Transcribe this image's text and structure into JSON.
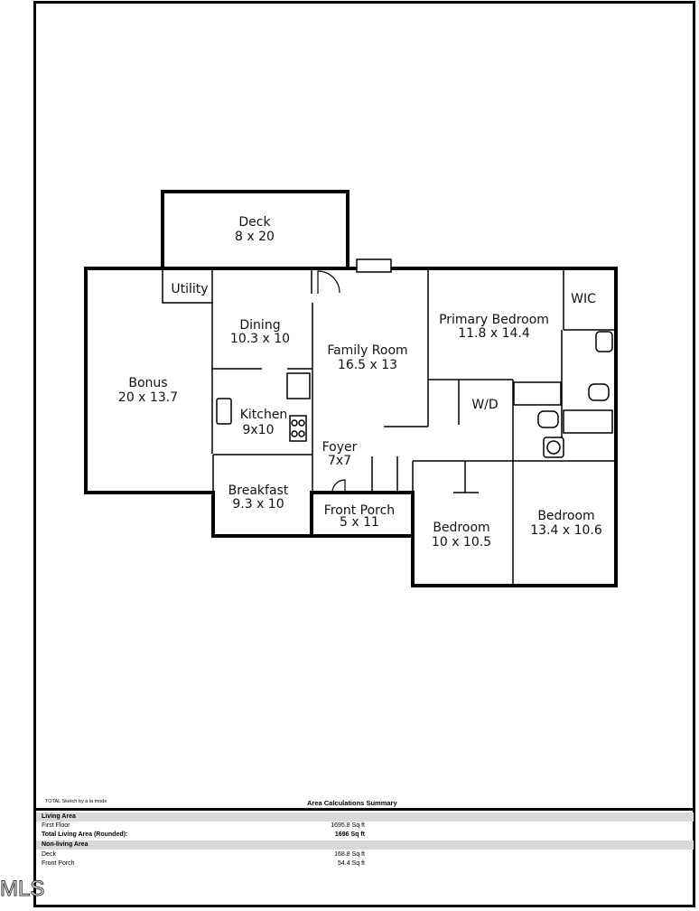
{
  "rooms": {
    "deck": {
      "name": "Deck",
      "dims": "8 x 20"
    },
    "utility": {
      "name": "Utility"
    },
    "dining": {
      "name": "Dining",
      "dims": "10.3 x 10"
    },
    "family": {
      "name": "Family Room",
      "dims": "16.5 x 13"
    },
    "primary": {
      "name": "Primary Bedroom",
      "dims": "11.8 x 14.4"
    },
    "wic": {
      "name": "WIC"
    },
    "bonus": {
      "name": "Bonus",
      "dims": "20 x 13.7"
    },
    "kitchen": {
      "name": "Kitchen",
      "dims": "9x10"
    },
    "wd": {
      "name": "W/D"
    },
    "foyer": {
      "name": "Foyer",
      "dims": "7x7"
    },
    "breakfast": {
      "name": "Breakfast",
      "dims": "9.3 x 10"
    },
    "porch": {
      "name": "Front Porch",
      "dims": "5 x 11"
    },
    "bedroom2": {
      "name": "Bedroom",
      "dims": "10 x 10.5"
    },
    "bedroom3": {
      "name": "Bedroom",
      "dims": "13.4 x 10.6"
    }
  },
  "summary": {
    "credit": "TOTAL Sketch by a la mode",
    "title": "Area Calculations Summary",
    "living_header": "Living Area",
    "first_floor_label": "First Floor",
    "first_floor_value": "1695.8 Sq ft",
    "total_label": "Total Living Area (Rounded):",
    "total_value": "1696 Sq ft",
    "nonliving_header": "Non-living Area",
    "deck_label": "Deck",
    "deck_value": "168.8 Sq ft",
    "porch_label": "Front Porch",
    "porch_value": "54.4 Sq ft"
  },
  "watermark": "MLS"
}
